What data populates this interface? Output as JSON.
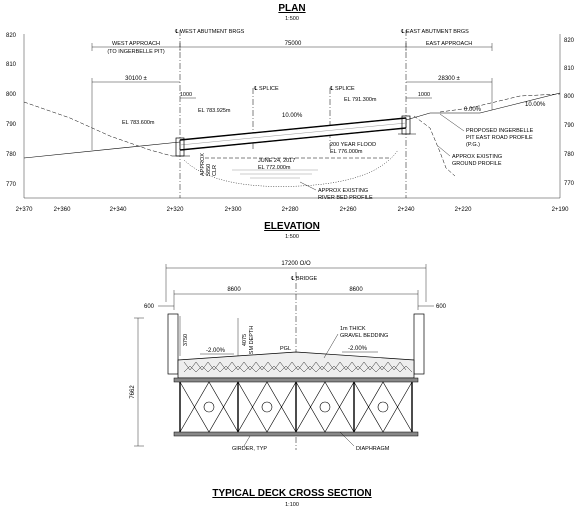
{
  "titles": {
    "plan": "PLAN",
    "plan_scale": "1:500",
    "elevation": "ELEVATION",
    "elevation_scale": "1:500",
    "section": "TYPICAL DECK CROSS SECTION",
    "section_scale": "1:100"
  },
  "elevation_axis": {
    "left_ticks": [
      "820",
      "810",
      "800",
      "790",
      "780",
      "770"
    ],
    "right_ticks": [
      "820",
      "810",
      "800",
      "790",
      "780",
      "770"
    ]
  },
  "chainage_ticks": [
    "2+370",
    "2+360",
    "2+340",
    "2+320",
    "2+300",
    "2+280",
    "2+260",
    "2+240",
    "2+220",
    "2+190"
  ],
  "plan_labels": {
    "west_abutment": "℄ WEST ABUTMENT BRGS",
    "east_abutment": "℄ EAST ABUTMENT BRGS",
    "west_approach": "WEST APPROACH",
    "west_approach_sub": "(TO INGERBELLE PIT)",
    "east_approach": "EAST APPROACH",
    "bridge_length": "75000",
    "west_dim": "30100 ±",
    "east_dim": "28300 ±"
  },
  "elevation_labels": {
    "splice_1": "℄ SPLICE",
    "splice_2": "℄ SPLICE",
    "dim_1000_left": "1000",
    "dim_1000_right": "1000",
    "el_left_1": "EL 783.600m",
    "el_left_2": "EL 783.925m",
    "el_right": "EL 791.300m",
    "deck_grade": "10.00%",
    "grade_right_1": "0.00%",
    "grade_right_2": "10.00%",
    "profile_1": "PROPOSED INGERBELLE",
    "profile_2": "PIT EAST ROAD PROFILE",
    "profile_3": "(P.G.)",
    "ground_1": "APPROX EXISTING",
    "ground_2": "GROUND PROFILE",
    "flood_1": "200 YEAR FLOOD",
    "flood_2": "EL 776.000m",
    "date_1": "JUNE 24, 2017",
    "date_2": "EL 772.000m",
    "river_1": "APPROX EXISTING",
    "river_2": "RIVER BED PROFILE",
    "approx_1": "APPROX",
    "approx_2": "5850",
    "approx_3": "CLR"
  },
  "section_labels": {
    "overall": "17200 O/O",
    "bridge_cl": "℄ BRIDGE",
    "half_left": "8600",
    "half_right": "8600",
    "edge_left": "600",
    "edge_right": "600",
    "height": "7662",
    "curb": "3750",
    "deck_depth_1": "4075",
    "deck_depth_2": "SM DEPTH",
    "bedding_1": "1m THICK",
    "bedding_2": "GRAVEL BEDDING",
    "slope_left": "-2.00%",
    "slope_right": "-2.00%",
    "pgl": "PGL",
    "girder": "GIRDER, TYP",
    "diaphragm": "DIAPHRAGM"
  }
}
